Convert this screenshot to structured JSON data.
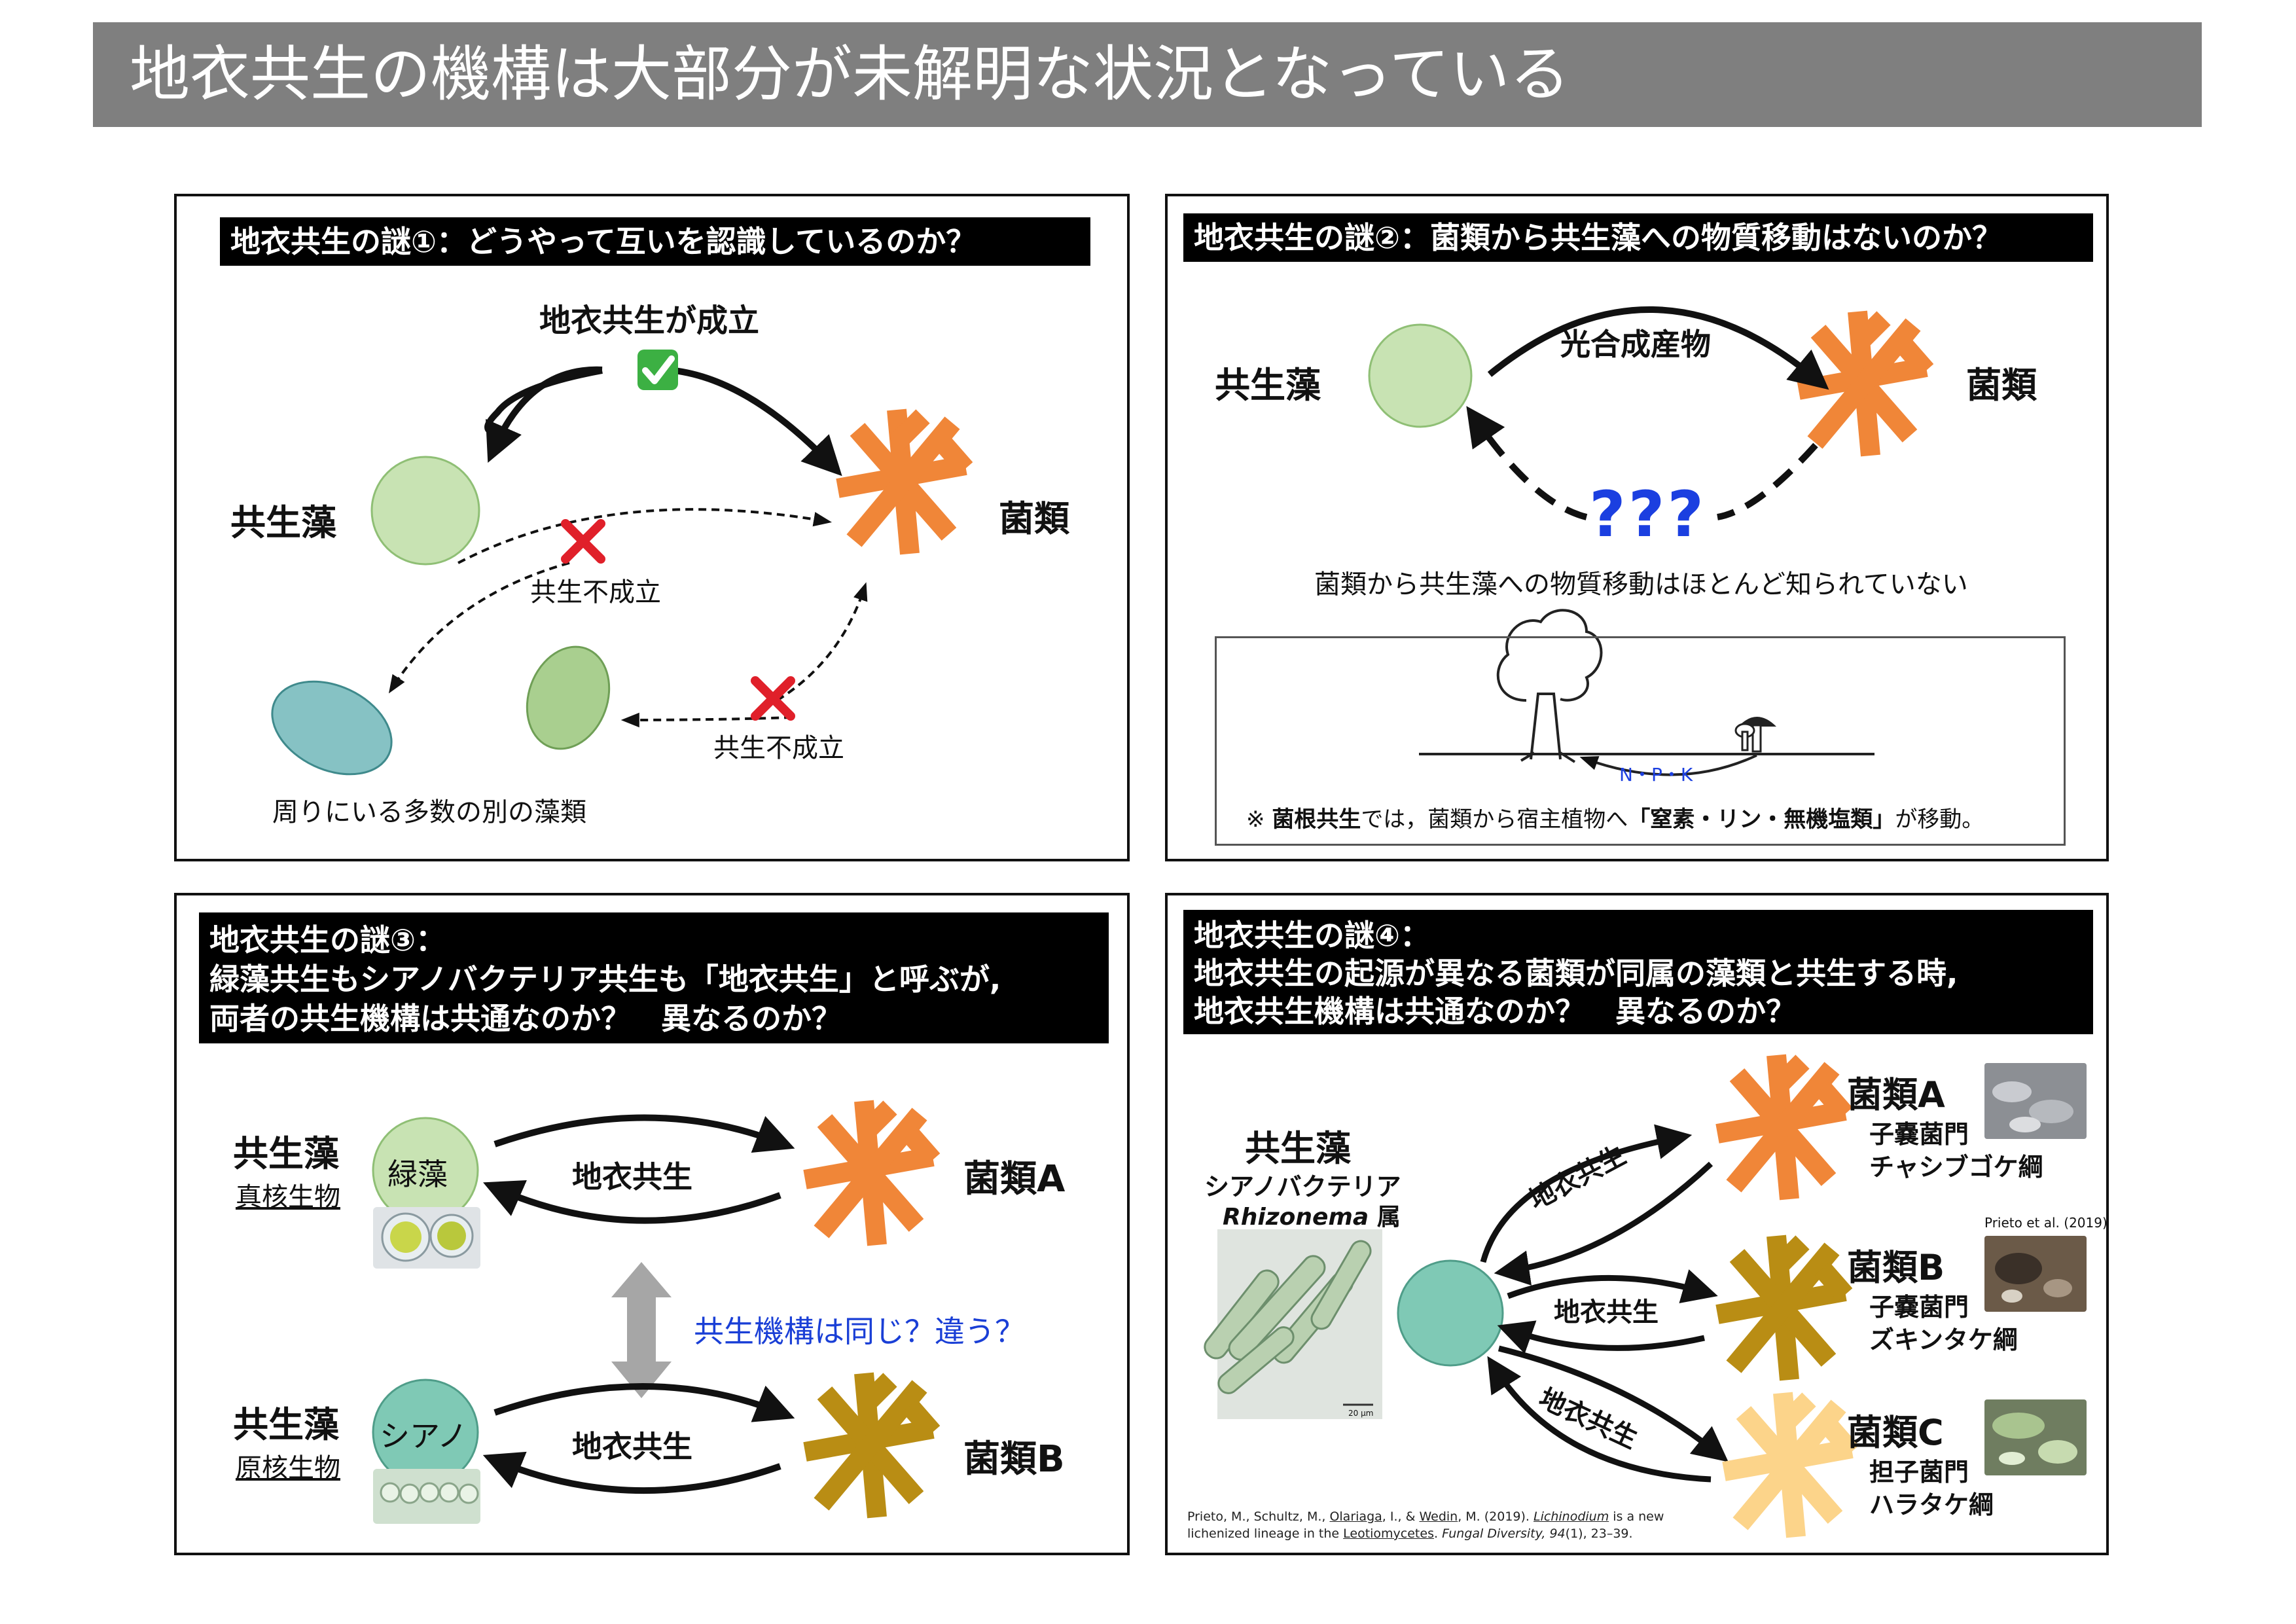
{
  "title": "地衣共生の機構は大部分が未解明な状況となっている",
  "colors": {
    "banner": "#7f7f7f",
    "algae_green": "#c8e3b3",
    "algae_green2": "#a9cf8f",
    "teal": "#7fc9b5",
    "blue_algae": "#86c2c4",
    "fungus_orange": "#f08638",
    "fungus_ochre": "#b98d14",
    "fungus_pale": "#fcd48a",
    "cross_red": "#e0202a",
    "check_green": "#3cb043",
    "question_blue": "#1b3fe0",
    "arrow_gray": "#a6a6a6"
  },
  "panel1": {
    "title": "地衣共生の謎①：どうやって互いを認識しているのか？",
    "success_label": "地衣共生が成立",
    "check_icon": "✅",
    "algae_label": "共生藻",
    "fungus_label": "菌類",
    "fail_label_1": "共生不成立",
    "fail_label_2": "共生不成立",
    "cross_icon": "✕",
    "others_label": "周りにいる多数の別の藻類"
  },
  "panel2": {
    "title": "地衣共生の謎②：菌類から共生藻への物質移動はないのか？",
    "algae_label": "共生藻",
    "fungus_label": "菌類",
    "flow_label": "光合成産物",
    "unknown_label": "???",
    "caption": "菌類から共生藻への物質移動はほとんど知られていない",
    "nutrients_label": "N・P・K",
    "note_prefix": "※",
    "note_bold1": "菌根共生",
    "note_mid": "では，菌類から宿主植物へ",
    "note_bold2": "「窒素・リン・無機塩類」",
    "note_suffix": "が移動。"
  },
  "panel3": {
    "title_lines": [
      "地衣共生の謎③：",
      "緑藻共生もシアノバクテリア共生も「地衣共生」と呼ぶが,",
      "両者の共生機構は共通なのか？　異なるのか？"
    ],
    "top": {
      "algae_label": "共生藻",
      "type_label": "真核生物",
      "circle_label": "緑藻",
      "relation_label": "地衣共生",
      "fungus_label": "菌類A"
    },
    "bottom": {
      "algae_label": "共生藻",
      "type_label": "原核生物",
      "circle_label": "シアノ",
      "relation_label": "地衣共生",
      "fungus_label": "菌類B"
    },
    "question": "共生機構は同じ？違う？"
  },
  "panel4": {
    "title_lines": [
      "地衣共生の謎④：",
      "地衣共生の起源が異なる菌類が同属の藻類と共生する時,",
      "地衣共生機構は共通なのか？　異なるのか？"
    ],
    "algae_label": "共生藻",
    "algae_type": "シアノバクテリア",
    "algae_genus": "Rhizonema",
    "algae_genus_suffix": "属",
    "scale_label": "20 μm",
    "relation_label_1": "地衣共生",
    "relation_label_2": "地衣共生",
    "relation_label_3": "地衣共生",
    "fungi": [
      {
        "name": "菌類A",
        "phylum": "子嚢菌門",
        "class": "チャシブゴケ綱"
      },
      {
        "name": "菌類B",
        "phylum": "子嚢菌門",
        "class": "ズキンタケ綱"
      },
      {
        "name": "菌類C",
        "phylum": "担子菌門",
        "class": "ハラタケ綱"
      }
    ],
    "photo_credit": "Prieto et al. (2019)",
    "reference_line1_a": "Prieto, M., Schultz, M., ",
    "reference_line1_b": "Olariaga",
    "reference_line1_c": ", I., & ",
    "reference_line1_d": "Wedin",
    "reference_line1_e": ", M. (2019). ",
    "reference_line1_f": "Lichinodium",
    "reference_line1_g": " is a new",
    "reference_line2_a": "lichenized lineage in the ",
    "reference_line2_b": "Leotiomycetes",
    "reference_line2_c": ". ",
    "reference_line2_d": "Fungal Diversity, 94",
    "reference_line2_e": "(1), 23–39."
  }
}
